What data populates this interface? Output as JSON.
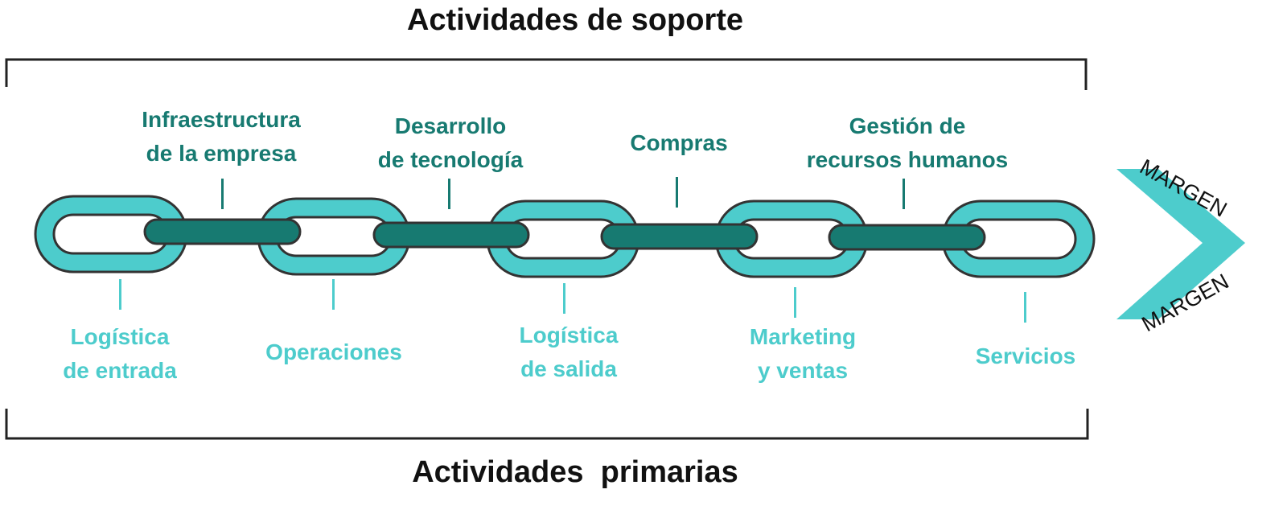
{
  "title_support": "Actividades de soporte",
  "title_primary": "Actividades  primarias",
  "support_activities": [
    "Infraestructura\nde la empresa",
    "Desarrollo\nde tecnología",
    "Compras",
    "Gestión de\nrecursos humanos"
  ],
  "primary_activities": [
    "Logística\nde entrada",
    "Operaciones",
    "Logística\nde salida",
    "Marketing\ny ventas",
    "Servicios"
  ],
  "margin": {
    "upper_label": "MARGEN",
    "lower_label": "MARGEN"
  },
  "colors": {
    "link": "#4dcccc",
    "bar": "#177a71",
    "outline": "#333333",
    "support_text": "#177a71",
    "primary_text": "#4dcccc",
    "arrow": "#4dcccc"
  }
}
